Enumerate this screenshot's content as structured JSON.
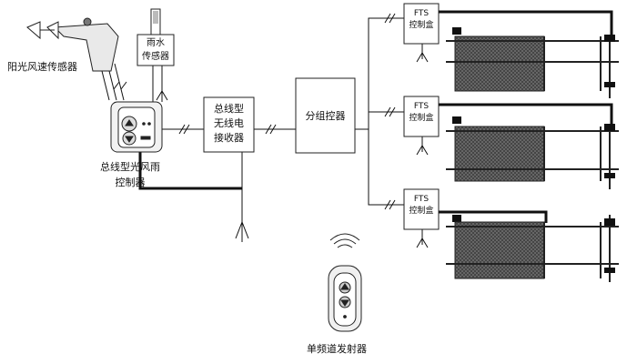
{
  "labels": {
    "sun_wind_sensor": "阳光风速传感器",
    "rain_sensor": [
      "雨水",
      "传感器"
    ],
    "bus_controller": [
      "总线型光风雨",
      "控制器"
    ],
    "bus_receiver": [
      "总线型",
      "无线电",
      "接收器"
    ],
    "group_controller": "分组控器",
    "fts_box": [
      "FTS",
      "控制盒"
    ],
    "transmitter": "单频道发射器"
  }
}
